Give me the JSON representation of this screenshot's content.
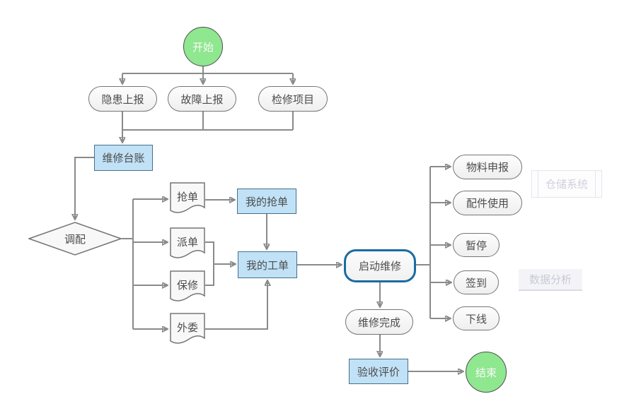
{
  "diagram": {
    "type": "flowchart",
    "nodes": {
      "start": "开始",
      "hazard_report": "隐患上报",
      "fault_report": "故障上报",
      "inspection_project": "检修项目",
      "repair_ledger": "维修台账",
      "dispatch": "调配",
      "grab_order": "抢单",
      "assign_order": "派单",
      "warranty": "保修",
      "outsource": "外委",
      "my_grab_order": "我的抢单",
      "my_work_order": "我的工单",
      "start_repair": "启动维修",
      "material_request": "物料申报",
      "parts_usage": "配件使用",
      "pause": "暂停",
      "sign_in": "签到",
      "offline": "下线",
      "repair_complete": "维修完成",
      "acceptance_review": "验收评价",
      "end": "结束"
    },
    "annotations": {
      "warehouse_system": "仓储系统",
      "data_analysis": "数据分析"
    },
    "colors": {
      "terminal_fill": "#8fe78f",
      "terminal_border": "#4e4e4e",
      "highlight_fill": "#c0e1f6",
      "highlight_border": "#46708c",
      "shape_fill": "#f8f8f8",
      "shape_border": "#757575",
      "active_border": "#1a6ba3",
      "edge": "#8a8a8a",
      "faded_border": "#e4e4ee",
      "faded_text": "#d0d0dc",
      "text": "#4c4c4c"
    }
  }
}
